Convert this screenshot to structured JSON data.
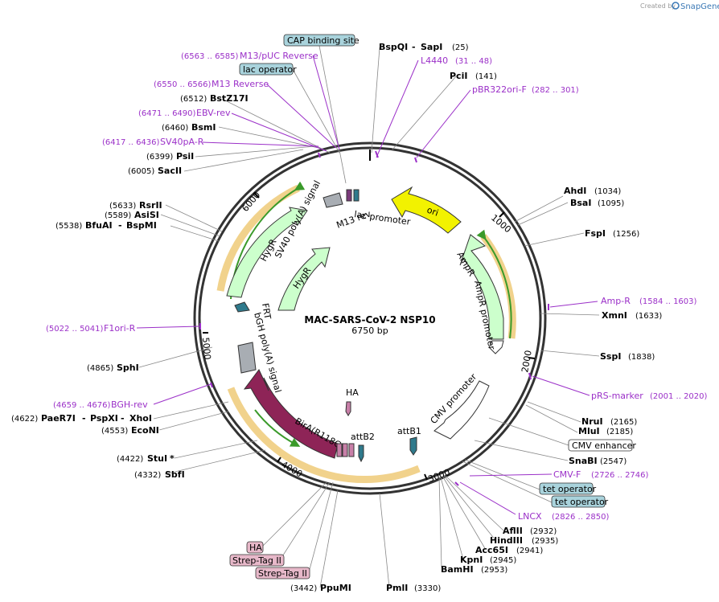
{
  "plasmid": {
    "name": "MAC-SARS-CoV-2 NSP10",
    "length": "6750 bp",
    "total_bp": 6750
  },
  "credit": {
    "text": "Created by",
    "brand": "SnapGene"
  },
  "ticks": [
    "1000",
    "2000",
    "3000",
    "4000",
    "5000",
    "6000"
  ],
  "features": [
    {
      "name": "ori",
      "color": "#f2f200"
    },
    {
      "name": "AmpR",
      "color": "#ccffcc"
    },
    {
      "name": "AmpR promoter",
      "color": "#ffffff"
    },
    {
      "name": "CMV promoter",
      "color": "#ffffff"
    },
    {
      "name": "attB1",
      "color": "#2f7a8c"
    },
    {
      "name": "HA",
      "color": "#c87fa8"
    },
    {
      "name": "attB2",
      "color": "#2f7a8c"
    },
    {
      "name": "BirA(R118G)",
      "color": "#8e2457"
    },
    {
      "name": "bGH poly(A) signal",
      "color": "#a8adb3"
    },
    {
      "name": "FRT",
      "color": "#2f7a8c"
    },
    {
      "name": "HygR",
      "color": "#ccffcc"
    },
    {
      "name": "SV40 poly(A) signal",
      "color": "#a8adb3"
    },
    {
      "name": "M13 rev",
      "color": "#2f7a8c"
    },
    {
      "name": "lac promoter",
      "color": "#ffffff"
    }
  ],
  "enzymes": [
    {
      "name": "BspQI",
      "name2": "SapI",
      "pos": "(25)"
    },
    {
      "name": "PciI",
      "pos": "(141)"
    },
    {
      "name": "AhdI",
      "pos": "(1034)"
    },
    {
      "name": "BsaI",
      "pos": "(1095)"
    },
    {
      "name": "FspI",
      "pos": "(1256)"
    },
    {
      "name": "XmnI",
      "pos": "(1633)"
    },
    {
      "name": "SspI",
      "pos": "(1838)"
    },
    {
      "name": "NruI",
      "pos": "(2165)"
    },
    {
      "name": "MluI",
      "pos": "(2185)"
    },
    {
      "name": "SnaBI",
      "pos": "(2547)"
    },
    {
      "name": "AflII",
      "pos": "(2932)"
    },
    {
      "name": "HindIII",
      "pos": "(2935)"
    },
    {
      "name": "Acc65I",
      "pos": "(2941)"
    },
    {
      "name": "KpnI",
      "pos": "(2945)"
    },
    {
      "name": "BamHI",
      "pos": "(2953)"
    },
    {
      "name": "PmlI",
      "pos": "(3330)"
    },
    {
      "name": "PpuMI",
      "pos": "(3442)"
    },
    {
      "name": "SbfI",
      "pos": "(4332)"
    },
    {
      "name": "StuI",
      "star": "*",
      "pos": "(4422)"
    },
    {
      "name": "EcoNI",
      "pos": "(4553)"
    },
    {
      "name": "PaeR7I",
      "name2": "PspXI",
      "name3": "XhoI",
      "pos": "(4622)"
    },
    {
      "name": "SphI",
      "pos": "(4865)"
    },
    {
      "name": "BfuAI",
      "name2": "BspMI",
      "pos": "(5538)"
    },
    {
      "name": "AsiSI",
      "pos": "(5589)"
    },
    {
      "name": "RsrII",
      "pos": "(5633)"
    },
    {
      "name": "SacII",
      "pos": "(6005)"
    },
    {
      "name": "PsiI",
      "pos": "(6399)"
    },
    {
      "name": "BsmI",
      "pos": "(6460)"
    },
    {
      "name": "BstZ17I",
      "pos": "(6512)"
    }
  ],
  "primers": [
    {
      "name": "L4440",
      "range": "(31 .. 48)"
    },
    {
      "name": "pBR322ori-F",
      "range": "(282 .. 301)"
    },
    {
      "name": "Amp-R",
      "range": "(1584 .. 1603)"
    },
    {
      "name": "pRS-marker",
      "range": "(2001 .. 2020)"
    },
    {
      "name": "CMV-F",
      "range": "(2726 .. 2746)"
    },
    {
      "name": "LNCX",
      "range": "(2826 .. 2850)"
    },
    {
      "name": "BGH-rev",
      "range": "(4659 .. 4676)"
    },
    {
      "name": "F1ori-R",
      "range": "(5022 .. 5041)"
    },
    {
      "name": "SV40pA-R",
      "range": "(6417 .. 6436)"
    },
    {
      "name": "EBV-rev",
      "range": "(6471 .. 6490)"
    },
    {
      "name": "M13 Reverse",
      "range": "(6550 .. 6566)"
    },
    {
      "name": "M13/pUC Reverse",
      "range": "(6563 .. 6585)"
    }
  ],
  "boxes": [
    {
      "name": "CAP binding site",
      "color": "#a9d3dc"
    },
    {
      "name": "lac operator",
      "color": "#a9d3dc"
    },
    {
      "name": "CMV enhancer",
      "color": "#ffffff"
    },
    {
      "name": "tet operator",
      "color": "#a9d3dc"
    },
    {
      "name": "tet operator",
      "color": "#a9d3dc"
    },
    {
      "name": "HA",
      "color": "#e7b8c9"
    },
    {
      "name": "Strep-Tag II",
      "color": "#e7b8c9"
    },
    {
      "name": "Strep-Tag II",
      "color": "#e7b8c9"
    }
  ]
}
